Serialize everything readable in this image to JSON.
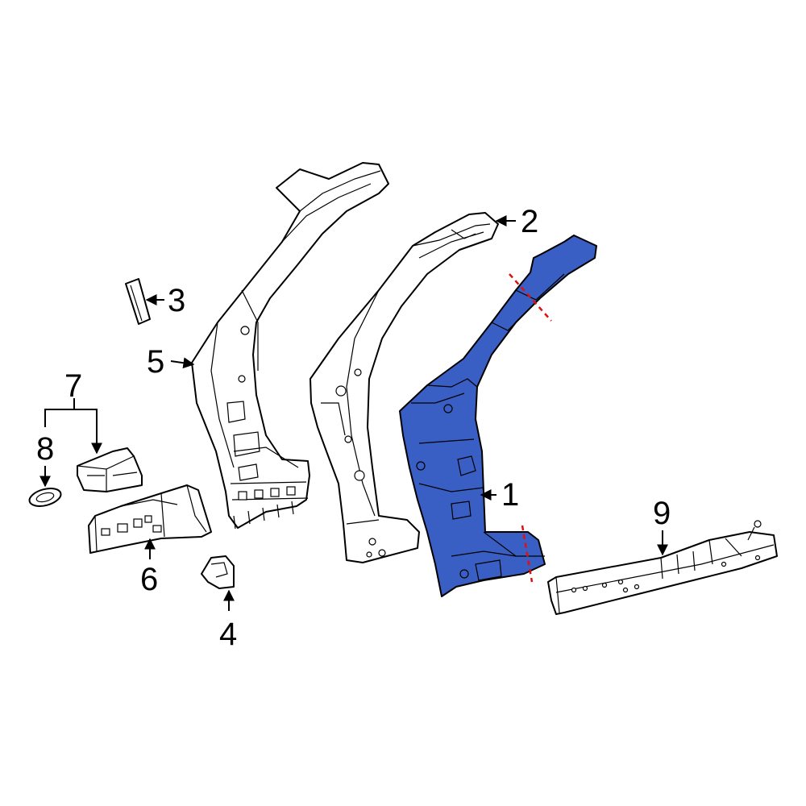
{
  "colors": {
    "highlight": "#3a5fc4",
    "outline": "#000000",
    "cut_line": "#e01010",
    "background": "#ffffff"
  },
  "callouts": [
    {
      "label": "1",
      "part": "hinge-pillar-highlighted"
    },
    {
      "label": "2",
      "part": "inner-pillar-panel"
    },
    {
      "label": "3",
      "part": "small-bracket"
    },
    {
      "label": "4",
      "part": "lower-bracket"
    },
    {
      "label": "5",
      "part": "outer-pillar-panel"
    },
    {
      "label": "6",
      "part": "rocker-reinforcement"
    },
    {
      "label": "7",
      "part": "reinforcement-bracket"
    },
    {
      "label": "8",
      "part": "oval-plug"
    },
    {
      "label": "9",
      "part": "rocker-panel"
    }
  ]
}
